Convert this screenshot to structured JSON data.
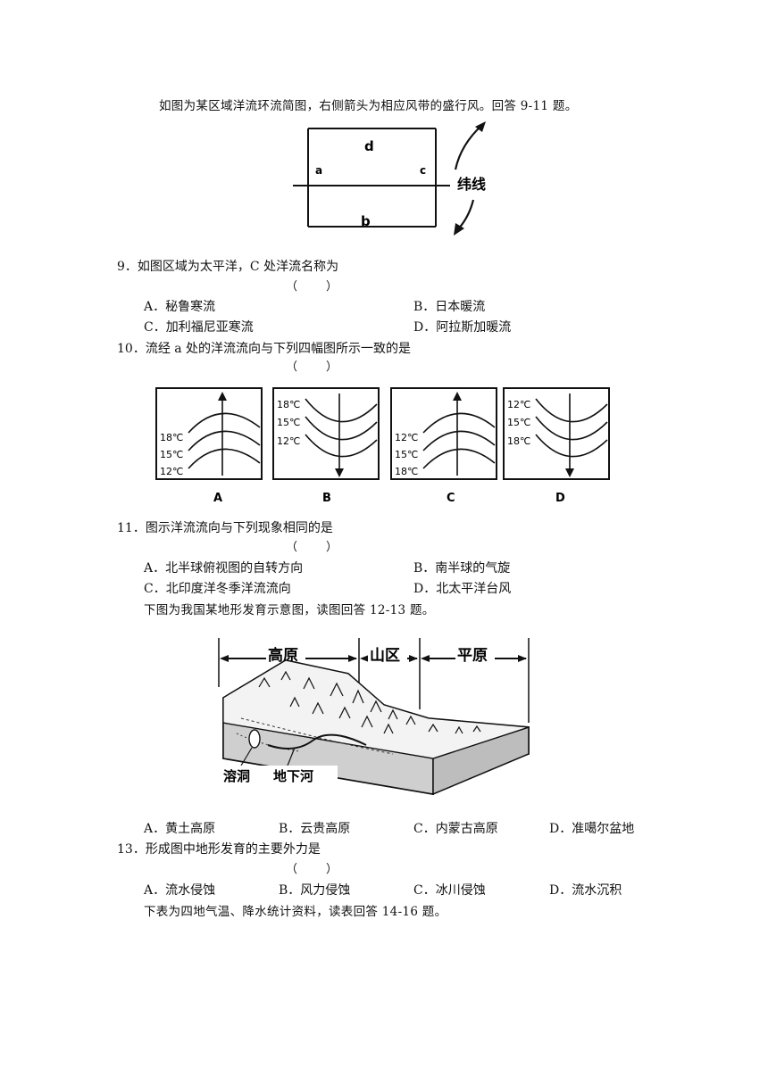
{
  "intro1": "如图为某区域洋流环流简图，右侧箭头为相应风带的盛行风。回答 9-11 题。",
  "fig1": {
    "d": "d",
    "a": "a",
    "c": "c",
    "b": "b",
    "latitude": "纬线"
  },
  "q9": {
    "text": "9．如图区域为太平洋，C 处洋流名称为",
    "paren": "（　　）",
    "A": "A．秘鲁寒流",
    "B": "B．日本暖流",
    "C": "C．加利福尼亚寒流",
    "D": "D．阿拉斯加暖流"
  },
  "q10": {
    "text": "10．流经 a 处的洋流流向与下列四幅图所示一致的是",
    "paren": "（　　）"
  },
  "fig2": {
    "panels": [
      {
        "label": "A",
        "temps": [
          "18℃",
          "15℃",
          "12℃"
        ]
      },
      {
        "label": "B",
        "temps": [
          "18℃",
          "15℃",
          "12℃"
        ]
      },
      {
        "label": "C",
        "temps": [
          "12℃",
          "15℃",
          "18℃"
        ]
      },
      {
        "label": "D",
        "temps": [
          "12℃",
          "15℃",
          "18℃"
        ]
      }
    ]
  },
  "q11": {
    "text": "11．图示洋流流向与下列现象相同的是",
    "paren": "（　　）",
    "A": "A．北半球俯视图的自转方向",
    "B": "B．南半球的气旋",
    "C": "C．北印度洋冬季洋流流向",
    "D": "D．北太平洋台风"
  },
  "intro2": "下图为我国某地形发育示意图，读图回答 12-13 题。",
  "fig3": {
    "plateau": "高原",
    "mountain": "山区",
    "plain": "平原",
    "cave": "溶洞",
    "underground": "地下河"
  },
  "q12": {
    "A": "A．黄土高原",
    "B": "B．云贵高原",
    "C": "C．内蒙古高原",
    "D": "D．准噶尔盆地"
  },
  "q13": {
    "text": "13．形成图中地形发育的主要外力是",
    "paren": "（　　）",
    "A": "A．流水侵蚀",
    "B": "B．风力侵蚀",
    "C": "C．冰川侵蚀",
    "D": "D．流水沉积"
  },
  "intro3": "下表为四地气温、降水统计资料，读表回答 14-16 题。"
}
